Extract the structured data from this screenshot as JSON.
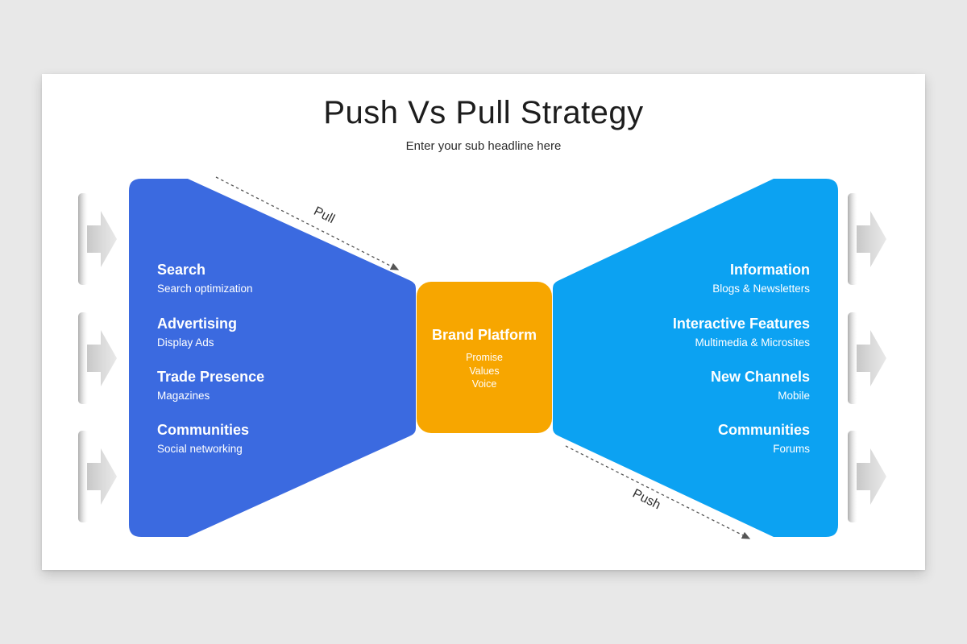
{
  "title": "Push Vs Pull Strategy",
  "subtitle": "Enter your sub headline here",
  "flow": {
    "pull_label": "Pull",
    "push_label": "Push"
  },
  "colors": {
    "left_panel": "#3B6AE0",
    "right_panel": "#0CA2F2",
    "center_box": "#F7A600"
  },
  "left_panel": {
    "items": [
      {
        "title": "Search",
        "subtitle": "Search optimization"
      },
      {
        "title": "Advertising",
        "subtitle": "Display Ads"
      },
      {
        "title": "Trade Presence",
        "subtitle": "Magazines"
      },
      {
        "title": "Communities",
        "subtitle": "Social networking"
      }
    ]
  },
  "center_box": {
    "title": "Brand Platform",
    "lines": [
      "Promise",
      "Values",
      "Voice"
    ]
  },
  "right_panel": {
    "items": [
      {
        "title": "Information",
        "subtitle": "Blogs & Newsletters"
      },
      {
        "title": "Interactive Features",
        "subtitle": "Multimedia & Microsites"
      },
      {
        "title": "New Channels",
        "subtitle": "Mobile"
      },
      {
        "title": "Communities",
        "subtitle": "Forums"
      }
    ]
  }
}
